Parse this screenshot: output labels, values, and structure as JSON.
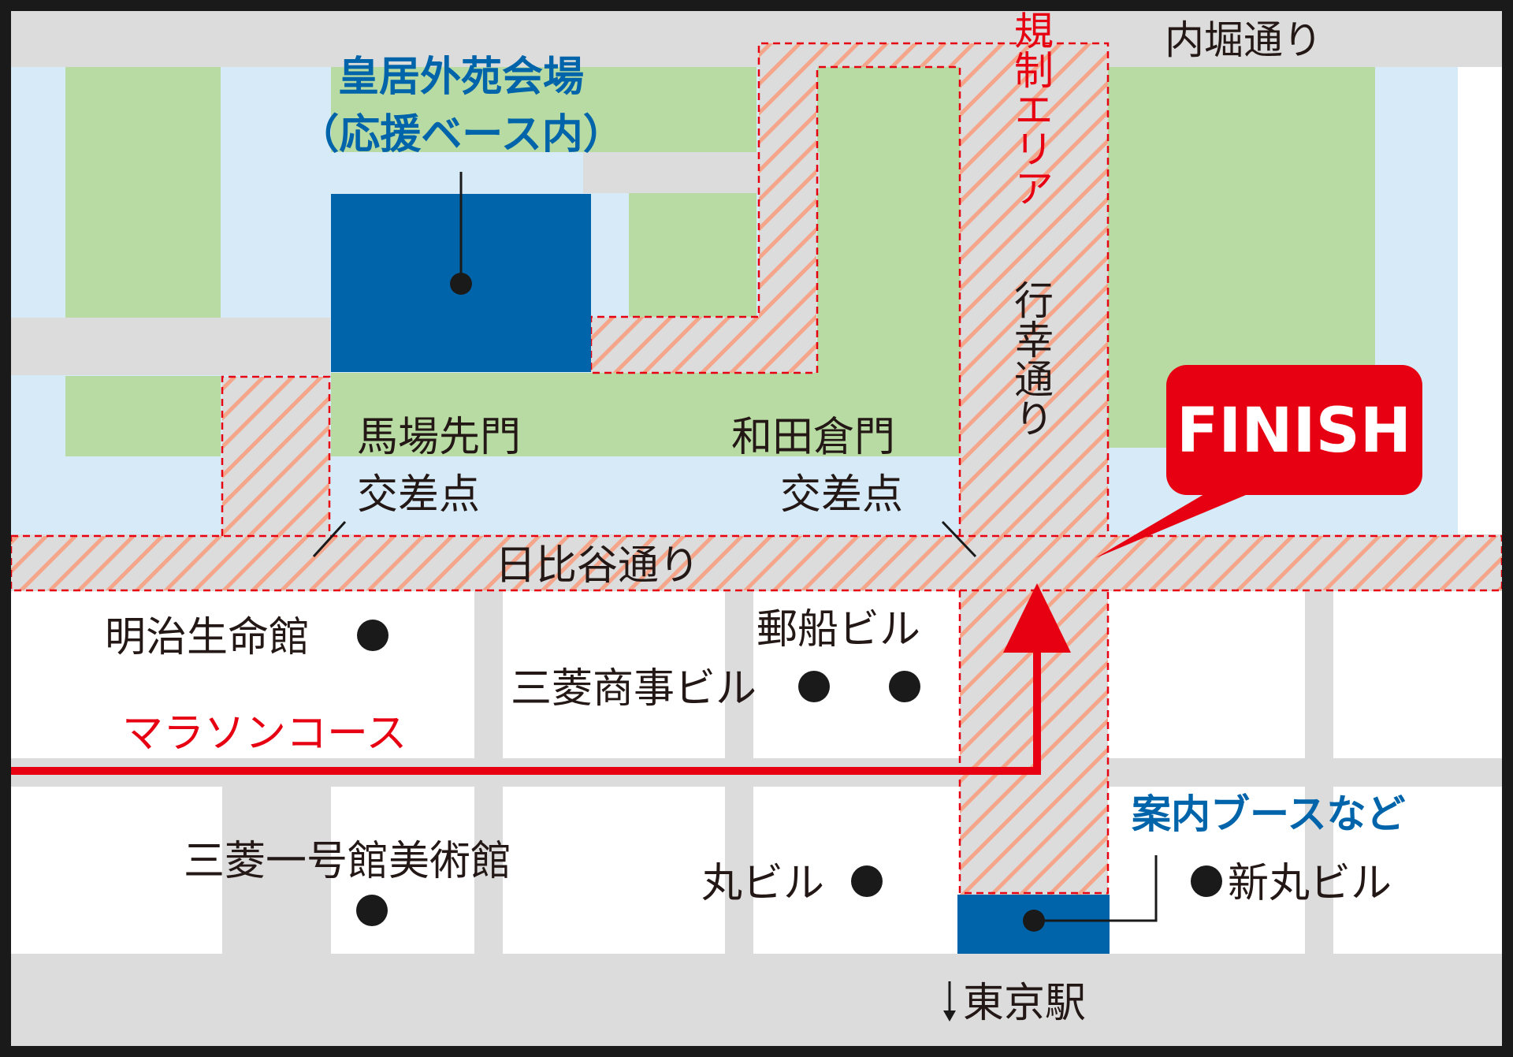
{
  "colors": {
    "water": "#d6ebf7",
    "park": "#b8dba3",
    "road": "#dcdcdc",
    "block": "#ffffff",
    "venue_blue": "#0064aa",
    "course_red": "#e60012",
    "hatch": "#f4a58a",
    "border": "#1a1a1a",
    "text_dark": "#231815"
  },
  "icons": {
    "landmark_dot": "filled-black-circle",
    "course_arrow": "red-up-arrow",
    "south_arrow": "down-arrow"
  },
  "labels": {
    "venue_line1": "皇居外苑会場",
    "venue_line2": "（応援ベース内）",
    "uchibori_street": "内堀通り",
    "restricted_area": "規制エリア",
    "gyoko_street": "行幸通り",
    "finish": "FINISH",
    "babasakimon_line1": "馬場先門",
    "babasakimon_line2": "交差点",
    "wadakuramon_line1": "和田倉門",
    "wadakuramon_line2": "交差点",
    "hibiya_street": "日比谷通り",
    "meiji_seimei": "明治生命館",
    "yusen_building": "郵船ビル",
    "mitsubishi_shoji": "三菱商事ビル",
    "marathon_course": "マラソンコース",
    "info_booth": "案内ブースなど",
    "mitsubishi_ichigokan": "三菱一号館美術館",
    "marunouchi_building": "丸ビル",
    "shin_marunouchi_building": "新丸ビル",
    "tokyo_station": "東京駅"
  }
}
